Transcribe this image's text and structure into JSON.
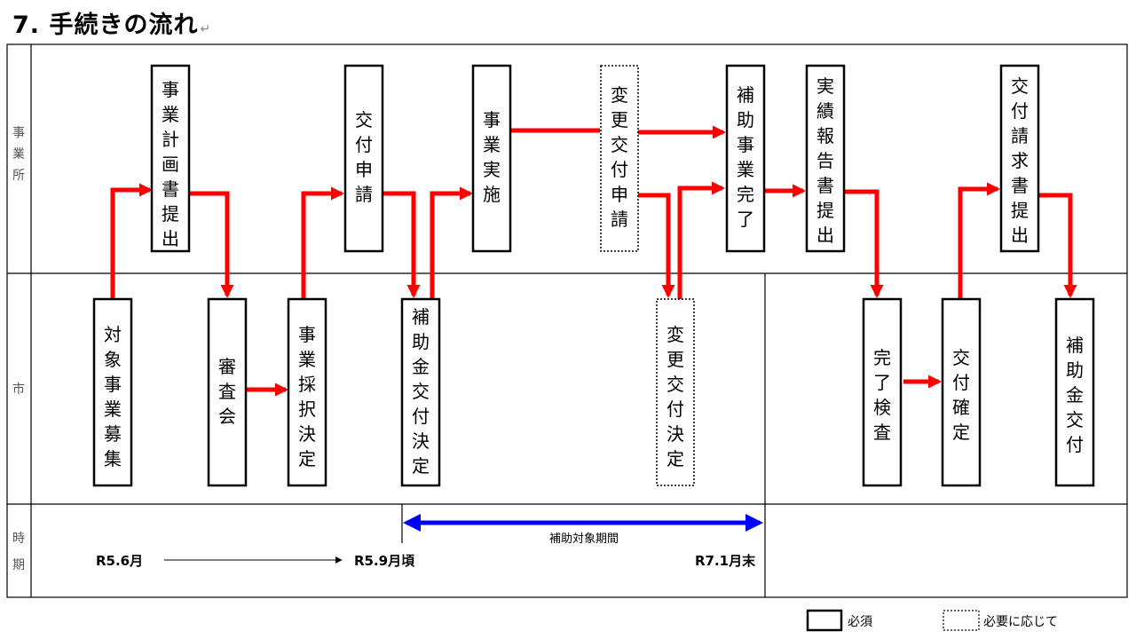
{
  "title": "7. 手続きの流れ",
  "lanes": [
    "事業所",
    "市",
    "時期"
  ],
  "boxes": [
    {
      "id": "b1",
      "text": "事業計画書提出",
      "style": "solid"
    },
    {
      "id": "b2",
      "text": "交付申請",
      "style": "solid"
    },
    {
      "id": "b3",
      "text": "事業実施",
      "style": "solid"
    },
    {
      "id": "b4",
      "text": "変更交付申請",
      "style": "dotted"
    },
    {
      "id": "b5",
      "text": "補助事業完了",
      "style": "solid"
    },
    {
      "id": "b6",
      "text": "実績報告書提出",
      "style": "solid"
    },
    {
      "id": "b7",
      "text": "交付請求書提出",
      "style": "solid"
    },
    {
      "id": "b8",
      "text": "対象事業募集",
      "style": "solid"
    },
    {
      "id": "b9",
      "text": "審査会",
      "style": "solid"
    },
    {
      "id": "b10",
      "text": "事業採択決定",
      "style": "solid"
    },
    {
      "id": "b11",
      "text": "補助金交付決定",
      "style": "solid"
    },
    {
      "id": "b12",
      "text": "変更交付決定",
      "style": "dotted"
    },
    {
      "id": "b13",
      "text": "完了検査",
      "style": "solid"
    },
    {
      "id": "b14",
      "text": "交付確定",
      "style": "solid"
    },
    {
      "id": "b15",
      "text": "補助金交付",
      "style": "solid"
    }
  ],
  "timeline": {
    "start": "R5.6月",
    "mid": "R5.9月頃",
    "end": "R7.1月末",
    "period_label": "補助対象期間"
  },
  "legend": {
    "required": "必須",
    "as_needed": "必要に応じて"
  },
  "colors": {
    "flow_arrow": "#ff0000",
    "period_arrow": "#0000ff",
    "lines": "#000000"
  }
}
